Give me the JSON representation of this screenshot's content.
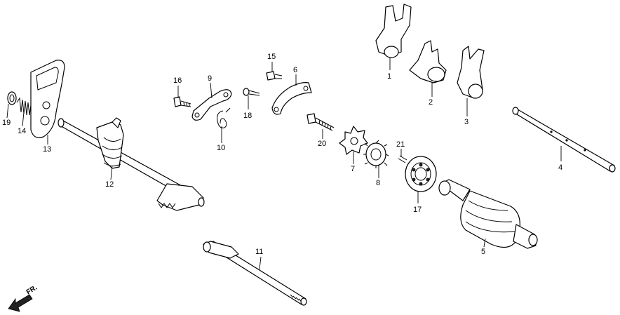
{
  "diagram": {
    "callouts": {
      "c1": "1",
      "c2": "2",
      "c3": "3",
      "c4": "4",
      "c5": "5",
      "c6": "6",
      "c7": "7",
      "c8": "8",
      "c9": "9",
      "c10": "10",
      "c11": "11",
      "c12": "12",
      "c13": "13",
      "c14": "14",
      "c15": "15",
      "c16": "16",
      "c17": "17",
      "c18": "18",
      "c19": "19",
      "c20": "20",
      "c21": "21"
    },
    "direction_label": "FR."
  }
}
